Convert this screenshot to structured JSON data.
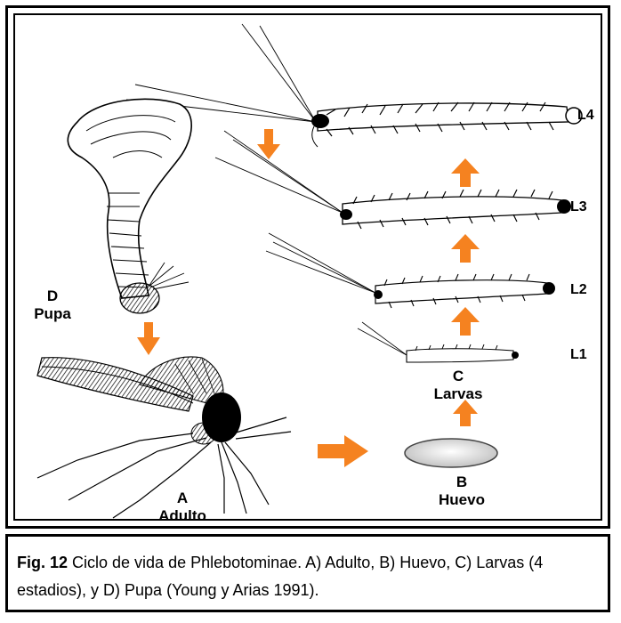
{
  "stages": {
    "adult": {
      "letter": "A",
      "name": "Adulto"
    },
    "egg": {
      "letter": "B",
      "name": "Huevo"
    },
    "larvae": {
      "letter": "C",
      "name": "Larvas"
    },
    "pupa": {
      "letter": "D",
      "name": "Pupa"
    }
  },
  "larva_instars": [
    "L1",
    "L2",
    "L3",
    "L4"
  ],
  "caption": {
    "fig_label": "Fig. 12",
    "text": " Ciclo de vida de Phlebotominae. A) Adulto, B) Huevo, C) Larvas (4 estadios), y D) Pupa (Young y Arias 1991)."
  },
  "colors": {
    "arrow": "#f58220",
    "ink": "#000000",
    "egg": "#e6e6e6"
  }
}
